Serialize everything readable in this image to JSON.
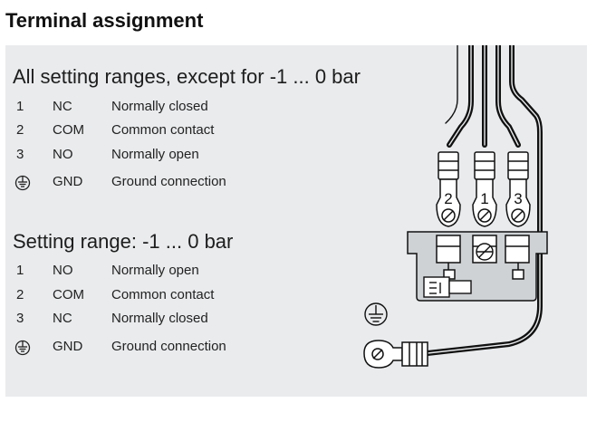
{
  "title": "Terminal assignment",
  "sections": [
    {
      "heading": "All setting ranges, except for -1 ... 0 bar",
      "rows": [
        {
          "num": "1",
          "code": "NC",
          "desc": "Normally closed"
        },
        {
          "num": "2",
          "code": "COM",
          "desc": "Common contact"
        },
        {
          "num": "3",
          "code": "NO",
          "desc": "Normally open"
        },
        {
          "num": "",
          "code": "GND",
          "desc": "Ground connection",
          "icon": "ground-icon"
        }
      ]
    },
    {
      "heading": "Setting range: -1 ... 0 bar",
      "rows": [
        {
          "num": "1",
          "code": "NO",
          "desc": "Normally open"
        },
        {
          "num": "2",
          "code": "COM",
          "desc": "Common contact"
        },
        {
          "num": "3",
          "code": "NC",
          "desc": "Normally closed"
        },
        {
          "num": "",
          "code": "GND",
          "desc": "Ground connection",
          "icon": "ground-icon"
        }
      ]
    }
  ],
  "diagram": {
    "terminal_labels": [
      "2",
      "1",
      "3"
    ],
    "icons": [
      "ground-icon",
      "ring-terminal-icon",
      "spade-terminal-icon",
      "screw-icon",
      "cable-icon"
    ],
    "colors": {
      "panel": "#e9ebed",
      "wire": "#111111",
      "body": "#cfd2d5"
    }
  }
}
